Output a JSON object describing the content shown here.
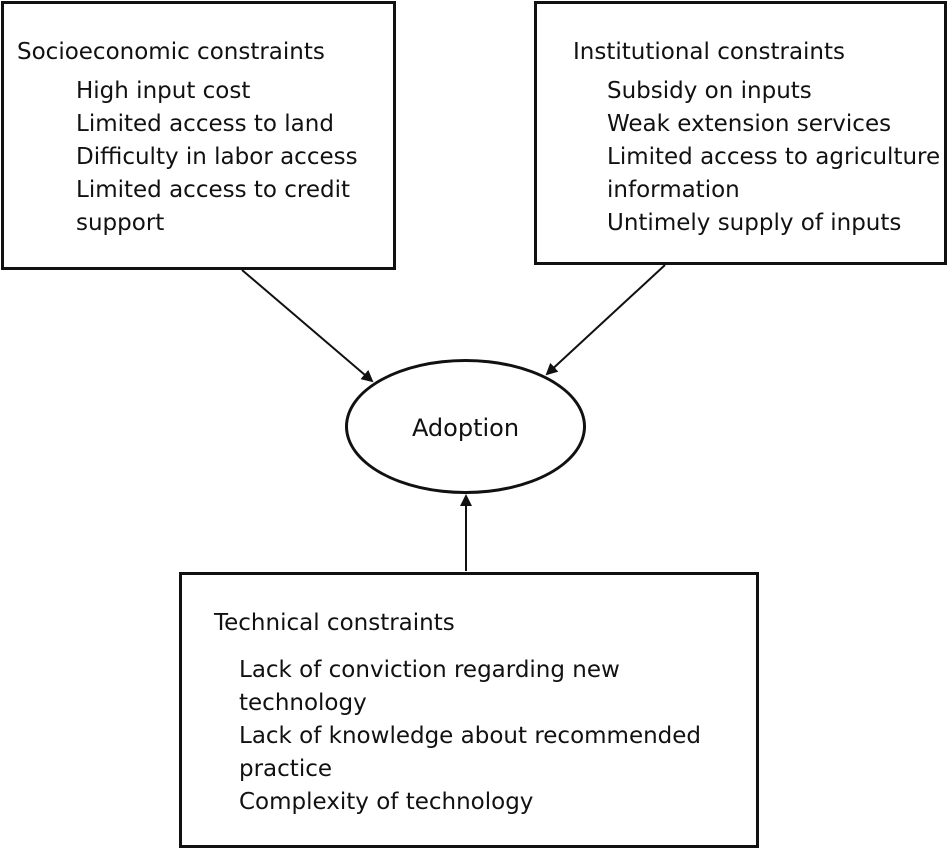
{
  "diagram": {
    "socioeconomic": {
      "title": "Socioeconomic constraints",
      "items": [
        "High input cost",
        "Limited access to land",
        "Difficulty in labor access",
        "Limited access to credit support"
      ]
    },
    "institutional": {
      "title": "Institutional constraints",
      "items": [
        "Subsidy on inputs",
        "Weak extension services",
        "Limited access to agriculture information",
        "Untimely supply of inputs"
      ]
    },
    "technical": {
      "title": "Technical constraints",
      "items": [
        "Lack of conviction regarding new technology",
        "Lack of knowledge about recommended practice",
        "Complexity of technology"
      ]
    },
    "center": {
      "label": "Adoption"
    },
    "colors": {
      "stroke": "#111111",
      "background": "#ffffff"
    }
  }
}
